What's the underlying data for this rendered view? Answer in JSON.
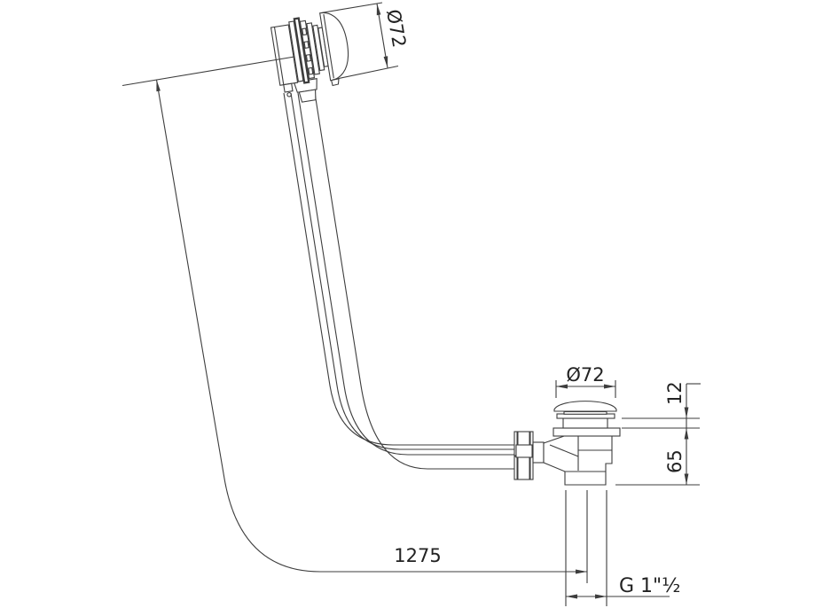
{
  "drawing": {
    "type": "technical-dimension-drawing",
    "subject": "bath waste and overflow set with bowden cable control",
    "labels": {
      "overflow_diameter": "Ø72",
      "waste_diameter": "Ø72",
      "rim_height": "12",
      "body_height": "65",
      "cable_length": "1275",
      "outlet_thread": "G 1\"½"
    },
    "colors": {
      "line": "#3d3d3d",
      "text": "#222222",
      "background": "#ffffff"
    }
  }
}
